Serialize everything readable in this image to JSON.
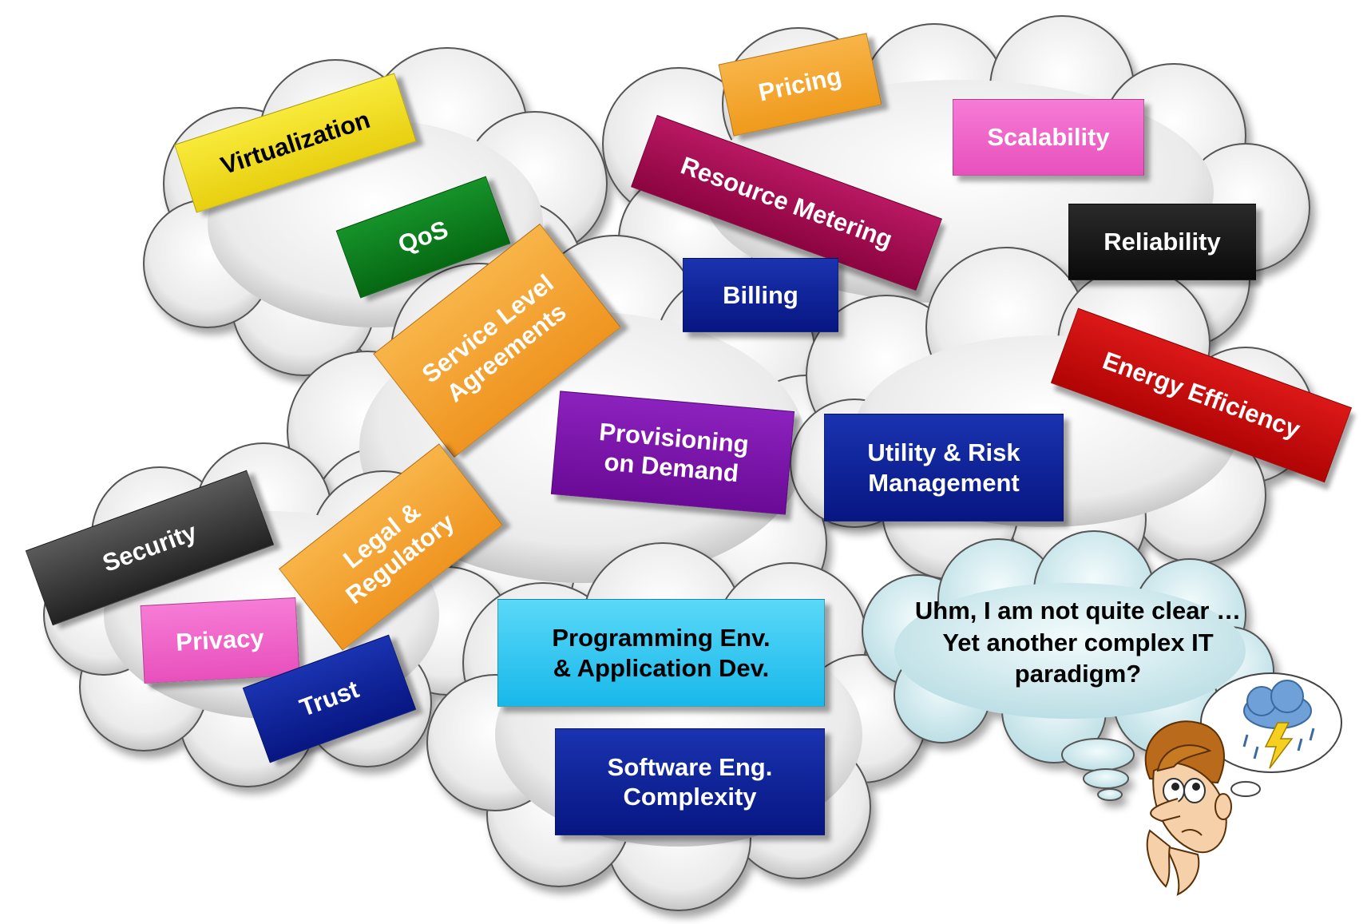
{
  "labels": [
    {
      "id": "virtualization",
      "text": "Virtualization",
      "color": "#f2e020"
    },
    {
      "id": "pricing",
      "text": "Pricing",
      "color": "#f5a623"
    },
    {
      "id": "scalability",
      "text": "Scalability",
      "color": "#f25ac8"
    },
    {
      "id": "resource-metering",
      "text": "Resource Metering",
      "color": "#a80a52"
    },
    {
      "id": "qos",
      "text": "QoS",
      "color": "#0a7a1a"
    },
    {
      "id": "reliability",
      "text": "Reliability",
      "color": "#151515"
    },
    {
      "id": "service-level-agreements",
      "text": "Service Level\nAgreements",
      "color": "#f5a030"
    },
    {
      "id": "billing",
      "text": "Billing",
      "color": "#0c1f96"
    },
    {
      "id": "energy-efficiency",
      "text": "Energy Efficiency",
      "color": "#c80808"
    },
    {
      "id": "provisioning-on-demand",
      "text": "Provisioning\non Demand",
      "color": "#7a12a8"
    },
    {
      "id": "utility-risk-management",
      "text": "Utility & Risk\nManagement",
      "color": "#0c1f96"
    },
    {
      "id": "security",
      "text": "Security",
      "color": "#3a3a3a"
    },
    {
      "id": "legal-regulatory",
      "text": "Legal &\nRegulatory",
      "color": "#f5a030"
    },
    {
      "id": "privacy",
      "text": "Privacy",
      "color": "#f25ac8"
    },
    {
      "id": "trust",
      "text": "Trust",
      "color": "#0c1f96"
    },
    {
      "id": "programming-env",
      "text": "Programming Env.\n& Application Dev.",
      "color": "#29c8f0"
    },
    {
      "id": "software-eng-complexity",
      "text": "Software Eng.\nComplexity",
      "color": "#0c1f96"
    }
  ],
  "thought": {
    "text": "Uhm, I am not quite clear …\nYet another complex IT\nparadigm?",
    "bubble_color": "#d4eef2"
  },
  "cloud_color": "#e8e8e8",
  "icons": {
    "person": "confused-person-icon",
    "storm": "storm-cloud-icon"
  }
}
